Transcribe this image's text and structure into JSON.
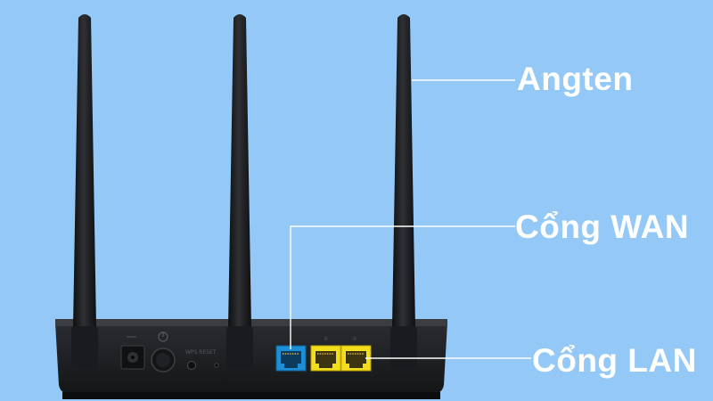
{
  "labels": {
    "antenna": "Angten",
    "wan_port": "Cổng WAN",
    "lan_port": "Cổng LAN"
  },
  "panel_markings": {
    "wps_reset": "WPS RESET"
  },
  "colors": {
    "background": "#93c8f7",
    "router_body": "#1e2023",
    "antenna": "#1b1c1f",
    "wan_port": "#1e8fd6",
    "lan_port": "#f2de1b",
    "callout_line": "#ffffff",
    "label_text": "#ffffff"
  },
  "icons": {
    "power": "power-symbol-icon",
    "dc_jack": "dc-jack-icon"
  }
}
